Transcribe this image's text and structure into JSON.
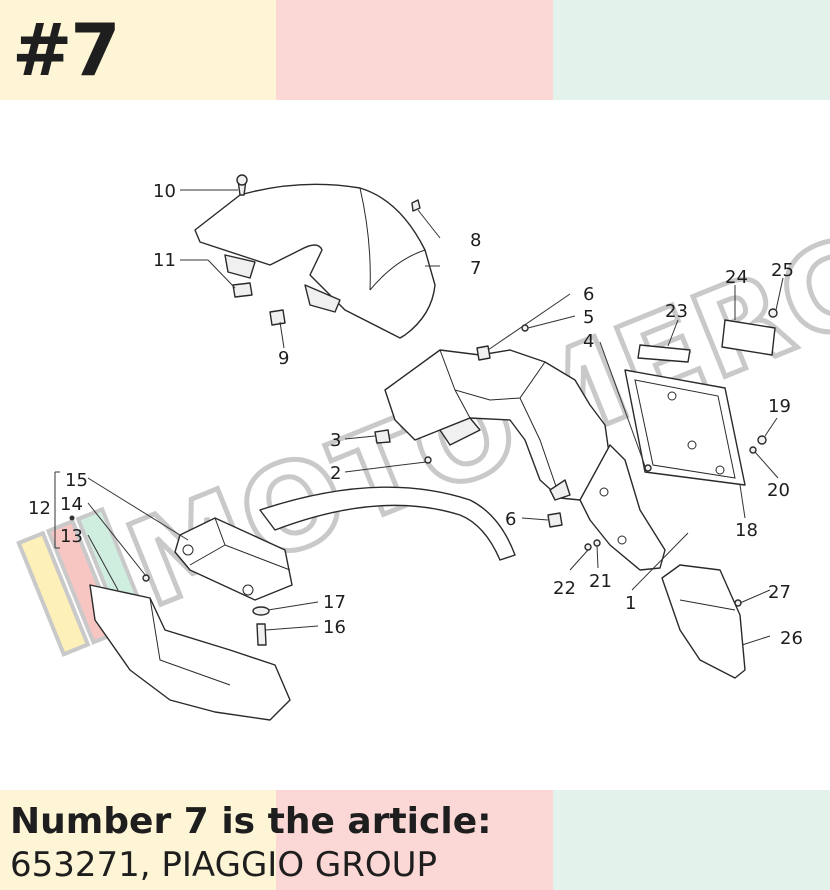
{
  "header": {
    "badge": "#7"
  },
  "caption": {
    "line1": "Number 7 is the article:",
    "line2": "653271, PIAGGIO GROUP"
  },
  "watermark": {
    "text": "MOTOMERCIA"
  },
  "colors": {
    "yellow": "#fdf5d6",
    "pink": "#fbd8d6",
    "mint": "#e3f3ec",
    "text": "#1e1e1e"
  },
  "callouts": {
    "c1": "1",
    "c2": "2",
    "c3": "3",
    "c4": "4",
    "c5": "5",
    "c6a": "6",
    "c6b": "6",
    "c7": "7",
    "c8": "8",
    "c9": "9",
    "c10": "10",
    "c11": "11",
    "c12": "12",
    "c13": "13",
    "c14": "14",
    "c15": "15",
    "c16": "16",
    "c17": "17",
    "c18": "18",
    "c19": "19",
    "c20": "20",
    "c21": "21",
    "c22": "22",
    "c23": "23",
    "c24": "24",
    "c25": "25",
    "c26": "26",
    "c27": "27"
  }
}
